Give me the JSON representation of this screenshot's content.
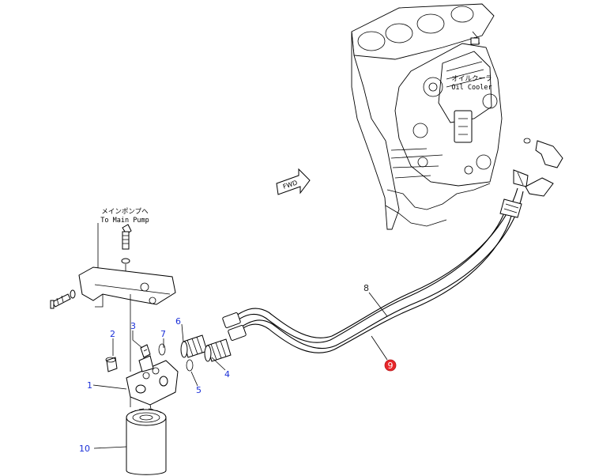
{
  "labels": {
    "oil_cooler_jp": "オイルクーラ",
    "oil_cooler_en": "Oil Cooler",
    "main_pump_jp": "メインポンプへ",
    "main_pump_en": "To Main Pump",
    "fwd": "FWD"
  },
  "callouts": [
    {
      "id": "1",
      "text": "1"
    },
    {
      "id": "2",
      "text": "2"
    },
    {
      "id": "3",
      "text": "3"
    },
    {
      "id": "4",
      "text": "4"
    },
    {
      "id": "5",
      "text": "5"
    },
    {
      "id": "6",
      "text": "6"
    },
    {
      "id": "7",
      "text": "7"
    },
    {
      "id": "8",
      "text": "8"
    },
    {
      "id": "9",
      "text": "9"
    },
    {
      "id": "10",
      "text": "10"
    }
  ],
  "colors": {
    "callout_blue": "#1a2fd8",
    "callout_dark": "#222222",
    "highlight_red": "#e8262a",
    "line": "#000000"
  }
}
